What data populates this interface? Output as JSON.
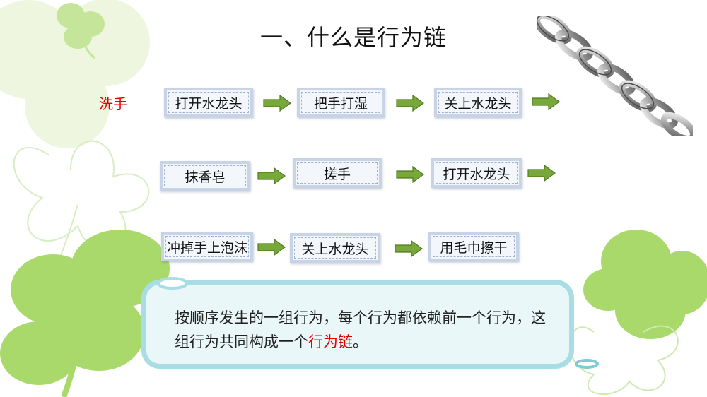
{
  "title": "一、什么是行为链",
  "row_label": "洗手",
  "steps": [
    "打开水龙头",
    "把手打湿",
    "关上水龙头",
    "抹香皂",
    "搓手",
    "打开水龙头",
    "冲掉手上泡沫",
    "关上水龙头",
    "用毛巾擦干"
  ],
  "callout": {
    "text_before": "按顺序发生的一组行为，每个行为都依赖前一个行为，这组行为共同构成一个",
    "highlight": "行为链",
    "text_after": "。"
  },
  "colors": {
    "arrow_fill": "#79a83a",
    "highlight": "#e00000",
    "clover_green": "#a9d96a",
    "callout_border": "#a7dde3"
  },
  "icons": [
    "clover-icon",
    "chain-icon",
    "arrow-right-icon"
  ]
}
